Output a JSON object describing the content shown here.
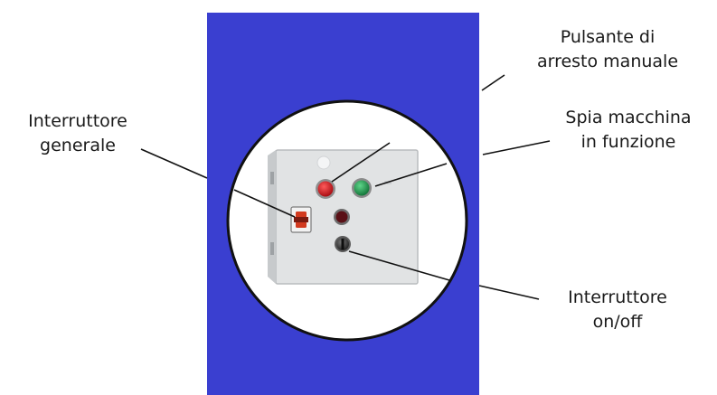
{
  "colors": {
    "panel_blue": "#3a3fd0",
    "inset_bg": "#ffffff",
    "box_grey": "#e1e3e4",
    "stop_red": "#c8141c",
    "run_green": "#1e9a48",
    "selector_dark": "#2a2a2a"
  },
  "labels": {
    "pulsante": [
      "Pulsante di",
      "arresto manuale"
    ],
    "spia": [
      "Spia macchina",
      "in funzione"
    ],
    "interruttore_generale": [
      "Interruttore",
      "generale"
    ],
    "interruttore_onoff": [
      "Interruttore",
      "on/off"
    ]
  }
}
